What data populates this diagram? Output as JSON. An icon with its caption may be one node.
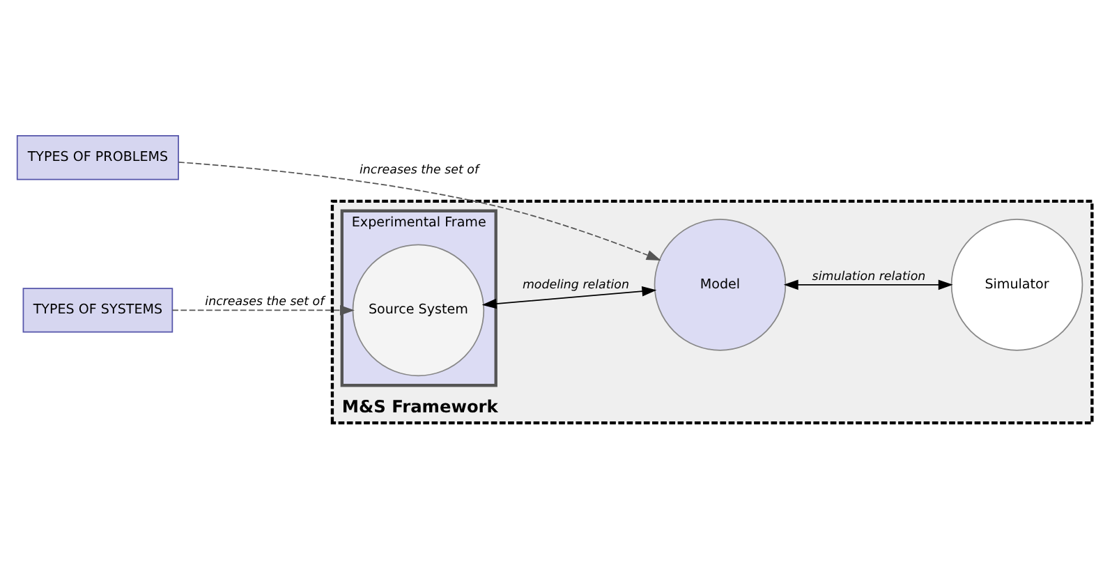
{
  "diagram": {
    "nodes": [
      {
        "text": [
          "M&S Framework"
        ]
      },
      {
        "text": [
          "Experimental Frame"
        ],
        "in": 0
      },
      {
        "text": [
          "Source System"
        ],
        "in": 1
      },
      {
        "text": [
          "Simulator"
        ],
        "in": 0
      },
      {
        "text": [
          "Model"
        ],
        "in": 0
      },
      {
        "text": [
          "TYPES OF SYSTEMS"
        ]
      },
      {
        "text": [
          "TYPES OF PROBLEMS"
        ]
      }
    ],
    "edges": [
      {
        "from": 5,
        "to": 2,
        "arrow": "to",
        "label": "increases the set of",
        "style": "dashed",
        "color": "#555555"
      },
      {
        "from": 2,
        "to": 4,
        "arrow": "both",
        "label": "modeling relation"
      },
      {
        "from": 4,
        "to": 3,
        "arrow": "both",
        "label": "simulation relation"
      },
      {
        "from": 6,
        "to": 4,
        "arrow": "to",
        "label": "increases the set of",
        "style": "dashed",
        "color": "#555555"
      }
    ]
  }
}
